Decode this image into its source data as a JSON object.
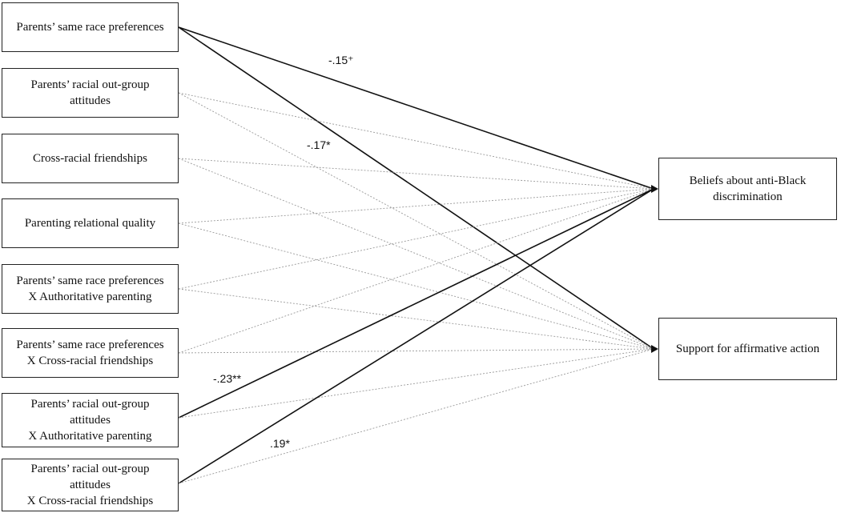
{
  "predictors": [
    {
      "id": "p1",
      "label": "Parents’ same race preferences"
    },
    {
      "id": "p2",
      "label": "Parents’ racial out-group\nattitudes"
    },
    {
      "id": "p3",
      "label": "Cross-racial friendships"
    },
    {
      "id": "p4",
      "label": "Parenting relational quality"
    },
    {
      "id": "p5",
      "label": "Parents’ same race preferences\nX Authoritative parenting"
    },
    {
      "id": "p6",
      "label": "Parents’ same race preferences\nX Cross-racial friendships"
    },
    {
      "id": "p7",
      "label": "Parents’ racial out-group\nattitudes\nX Authoritative parenting"
    },
    {
      "id": "p8",
      "label": "Parents’ racial out-group\nattitudes\nX Cross-racial friendships"
    }
  ],
  "outcomes": [
    {
      "id": "o1",
      "label": "Beliefs about anti-Black\ndiscrimination"
    },
    {
      "id": "o2",
      "label": "Support for affirmative action"
    }
  ],
  "significant_paths": [
    {
      "from": "p1",
      "to": "o1",
      "coef": "-.15⁺"
    },
    {
      "from": "p1",
      "to": "o2",
      "coef": "-.17*"
    },
    {
      "from": "p7",
      "to": "o1",
      "coef": "-.23**"
    },
    {
      "from": "p8",
      "to": "o1",
      "coef": ".19*"
    }
  ],
  "style": {
    "significant_color": "#111111",
    "nonsignificant_color": "#9a9a9a"
  }
}
